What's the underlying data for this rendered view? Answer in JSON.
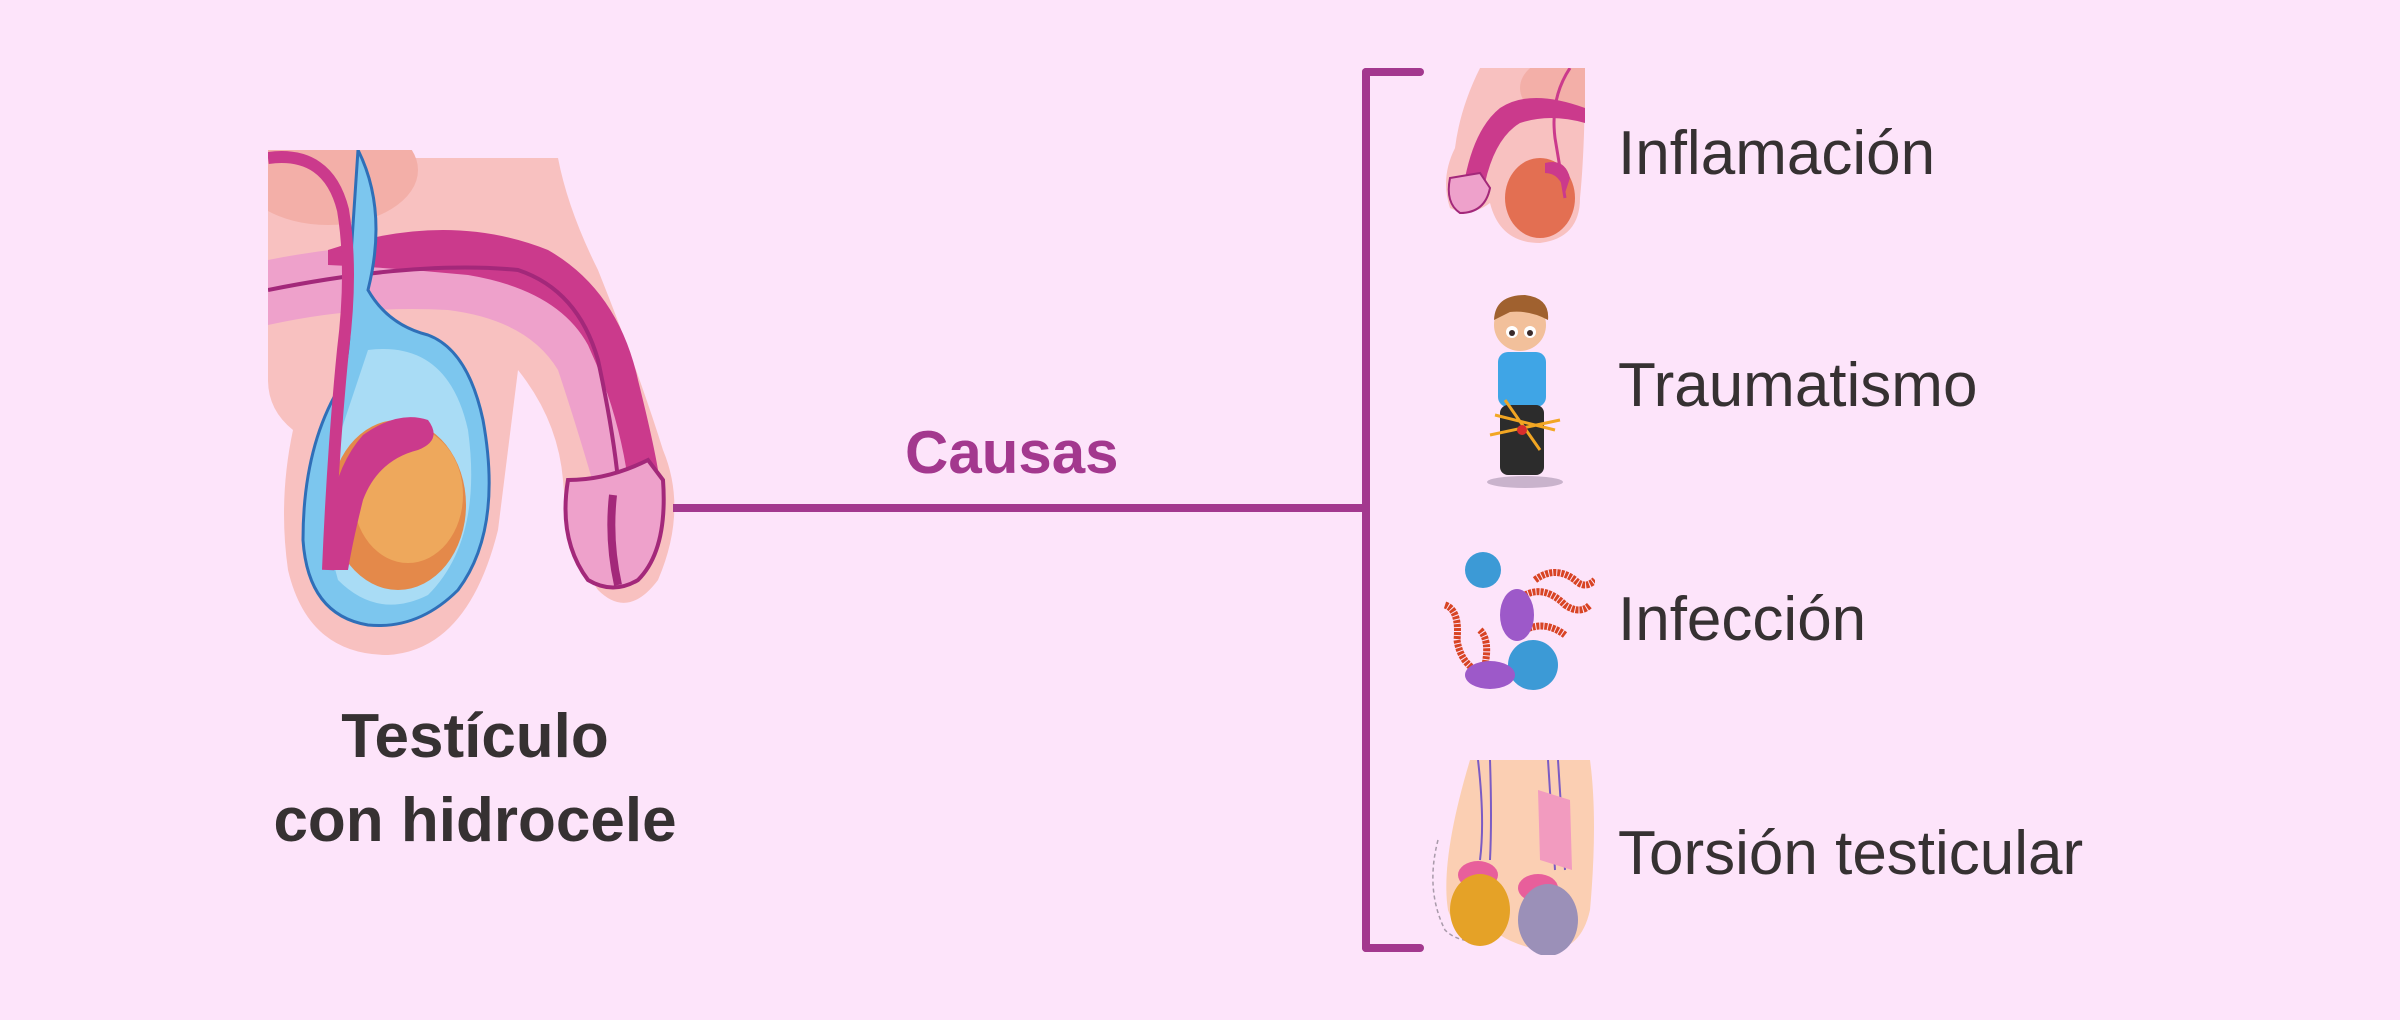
{
  "main": {
    "title_line1": "Testículo",
    "title_line2": "con hidrocele",
    "illustration": "testicle-with-hydrocele-illustration"
  },
  "connector": {
    "label": "Causas",
    "color": "#a3388e"
  },
  "causes": [
    {
      "label": "Inflamación",
      "icon": "inflamed-testicle-icon"
    },
    {
      "label": "Traumatismo",
      "icon": "injured-boy-icon"
    },
    {
      "label": "Infección",
      "icon": "bacteria-icon"
    },
    {
      "label": "Torsión testicular",
      "icon": "testicular-torsion-icon"
    }
  ],
  "colors": {
    "background": "#fde4fa",
    "text": "#363132",
    "accent": "#a3388e"
  }
}
